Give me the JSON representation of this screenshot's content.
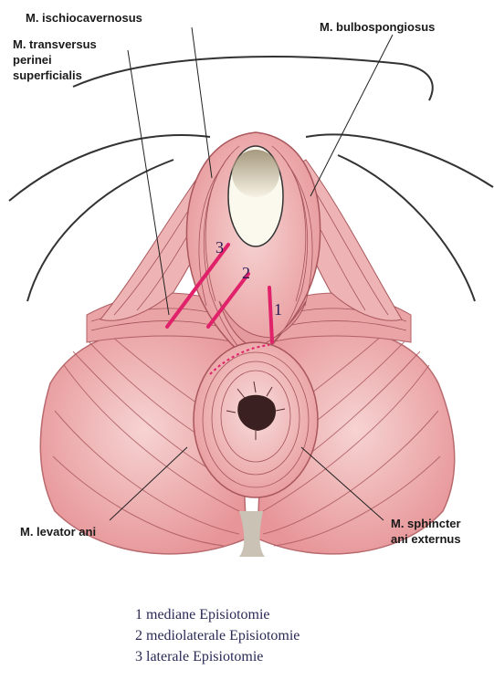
{
  "labels": {
    "ischiocavernosus": "M. ischiocavernosus",
    "bulbospongiosus": "M. bulbospongiosus",
    "transversus": [
      "M. transversus",
      "perinei",
      "superficialis"
    ],
    "levator": "M. levator ani",
    "sphincter": [
      "M. sphincter",
      "ani externus"
    ]
  },
  "incision_markers": [
    "1",
    "2",
    "3"
  ],
  "legend": [
    "1 mediane Episiotomie",
    "2 mediolaterale Episiotomie",
    "3 laterale Episiotomie"
  ],
  "colors": {
    "muscle": "#e9a1a4",
    "muscle_light": "#f3c7c6",
    "muscle_line": "#9c4e55",
    "incision": "#e0226a",
    "outline": "#333333",
    "background": "#ffffff"
  }
}
